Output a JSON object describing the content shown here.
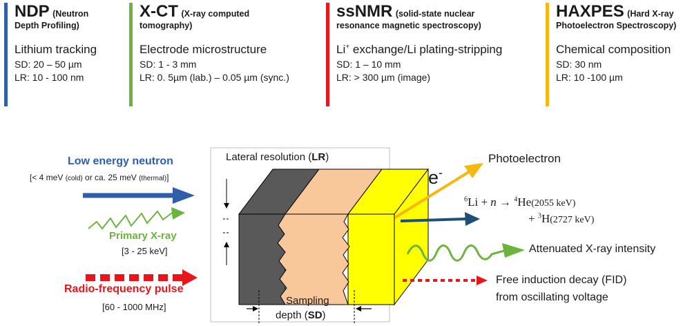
{
  "techniques": [
    {
      "abbr": "NDP",
      "name_line1": "(Neutron",
      "name_line2": "Depth Profiling)",
      "property": "Lithium tracking",
      "sd": "SD: 20 – 50 µm",
      "lr": "LR: 10 - 100 nm",
      "color": "#2e5fa8"
    },
    {
      "abbr": "X-CT",
      "name_line1": "(X-ray computed",
      "name_line2": "tomography)",
      "property": "Electrode  microstructure",
      "sd": "SD: 1 - 3 mm",
      "lr": "LR: 0. 5µm (lab.) –  0.05 µm (sync.)",
      "color": "#6db33f"
    },
    {
      "abbr": "ssNMR",
      "name_line1": "(solid-state nuclear",
      "name_line2": "resonance magnetic spectroscopy)",
      "property_main": "Li",
      "property_sup": "+",
      "property_rest": " exchange/Li plating-stripping",
      "sd": "SD: 1 – 10 mm",
      "lr": "LR: > 300 µm (image)",
      "color": "#e8151b"
    },
    {
      "abbr": "HAXPES",
      "name_line1": "(Hard X-ray",
      "name_line2": "Photoelectron Spectroscopy)",
      "property": "Chemical composition",
      "sd": "SD: 30 nm",
      "lr": "LR: 10 -100 µm",
      "color": "#f6b80f"
    }
  ],
  "inputs": {
    "neutron_title": "Low energy neutron",
    "neutron_range_a": "[< 4 meV ",
    "neutron_cold": "(cold)",
    "neutron_range_b": " or ca. 25 meV ",
    "neutron_thermal": "(thermal)",
    "neutron_range_c": "]",
    "xray_title": "Primary X-ray",
    "xray_range": "[3 - 25 keV]",
    "rf_title": "Radio-frequency pulse",
    "rf_range": "[60 - 1000 MHz]"
  },
  "sample": {
    "lr_label_pre": "Lateral resolution (",
    "lr_label_bold": "LR",
    "lr_label_post": ")",
    "sd_label_line1": "Sampling",
    "sd_label_pre": "depth (",
    "sd_label_bold": "SD",
    "sd_label_post": ")"
  },
  "outputs": {
    "electron_symbol": "e",
    "electron_sup": "-",
    "photoelectron": "Photoelectron",
    "eq1_sup6": "6",
    "eq1_li": "Li + ",
    "eq1_n": "n",
    "eq1_arrow": " → ",
    "eq1_sup4": "4",
    "eq1_he": "He",
    "eq1_he_energy": "(2055 keV)",
    "eq2_plus": "+ ",
    "eq2_sup3": "3",
    "eq2_h": "H",
    "eq2_h_energy": "(2727 keV)",
    "attenuated": "Attenuated  X-ray intensity",
    "fid_line1": "Free induction decay (FID)",
    "fid_line2": "from oscillating voltage"
  },
  "colors": {
    "neutron": "#2e5fa8",
    "xray": "#6db33f",
    "rf": "#e8151b",
    "photoelectron_arrow": "#f6b80f",
    "outgoing_neutron_arrow": "#1f4e79",
    "layer_dark": "#595959",
    "layer_mid": "#f8c79a",
    "layer_yellow": "#ffff00"
  }
}
